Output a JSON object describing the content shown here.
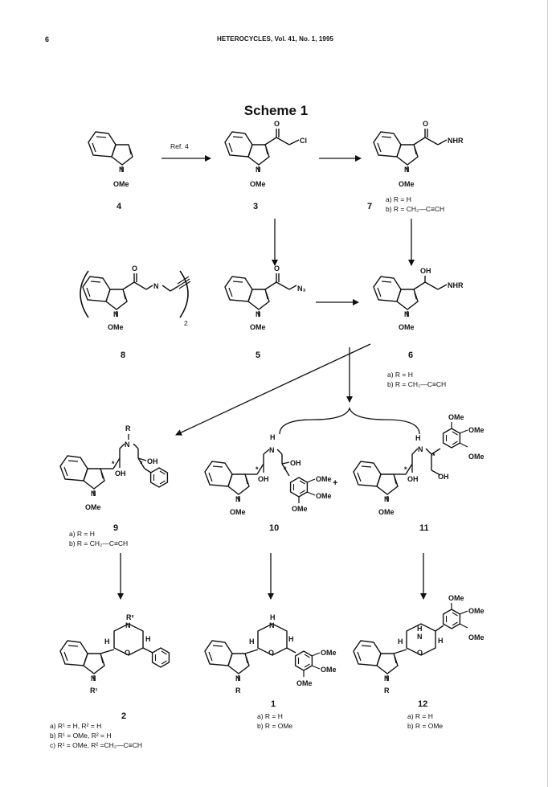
{
  "header": {
    "page_number": "6",
    "running_title": "HETEROCYCLES, Vol. 41, No. 1, 1995"
  },
  "scheme": {
    "title": "Scheme 1",
    "arrow_note": "Ref. 4",
    "compounds": [
      {
        "id": "4",
        "label": "4",
        "substituents": [
          "N",
          "OMe"
        ],
        "variants": []
      },
      {
        "id": "3",
        "label": "3",
        "substituents": [
          "O",
          "Cl",
          "N",
          "OMe"
        ],
        "variants": []
      },
      {
        "id": "7",
        "label": "7",
        "substituents": [
          "O",
          "NHR",
          "N",
          "OMe"
        ],
        "variants": [
          "a) R = H",
          "b) R = CH₂—C≡CH"
        ]
      },
      {
        "id": "8",
        "label": "8",
        "substituents": [
          "O",
          "N",
          "N",
          "OMe",
          "2"
        ],
        "variants": []
      },
      {
        "id": "5",
        "label": "5",
        "substituents": [
          "O",
          "N₃",
          "N",
          "OMe"
        ],
        "variants": []
      },
      {
        "id": "6",
        "label": "6",
        "substituents": [
          "OH",
          "NHR",
          "N",
          "OMe"
        ],
        "variants": [
          "a) R = H",
          "b) R = CH₂—C≡CH"
        ]
      },
      {
        "id": "9",
        "label": "9",
        "substituents": [
          "R",
          "N",
          "OH",
          "OH",
          "*",
          "*",
          "N",
          "OMe"
        ],
        "variants": [
          "a) R = H",
          "b) R = CH₂—C≡CH"
        ]
      },
      {
        "id": "10",
        "label": "10",
        "substituents": [
          "H",
          "N",
          "OH",
          "OH",
          "*",
          "*",
          "N",
          "OMe",
          "OMe",
          "OMe",
          "OMe"
        ],
        "variants": []
      },
      {
        "id": "11",
        "label": "11",
        "substituents": [
          "H",
          "N",
          "OH",
          "OH",
          "*",
          "*",
          "N",
          "OMe",
          "OMe",
          "OMe",
          "OMe"
        ],
        "variants": []
      },
      {
        "id": "2",
        "label": "2",
        "substituents": [
          "R²",
          "N",
          "O",
          "H",
          "H",
          "N",
          "R¹"
        ],
        "variants": [
          "a) R¹ = H, R² = H",
          "b) R¹ = OMe, R² = H",
          "c) R¹ = OMe, R² =CH₂—C≡CH"
        ]
      },
      {
        "id": "1",
        "label": "1",
        "substituents": [
          "H",
          "N",
          "O",
          "H",
          "H",
          "N",
          "R",
          "OMe",
          "OMe",
          "OMe"
        ],
        "variants": [
          "a) R = H",
          "b) R = OMe"
        ]
      },
      {
        "id": "12",
        "label": "12",
        "substituents": [
          "H",
          "N",
          "O",
          "H",
          "H",
          "N",
          "R",
          "OMe",
          "OMe",
          "OMe"
        ],
        "variants": [
          "a) R = H",
          "b) R = OMe"
        ]
      }
    ],
    "plus_sign": "+"
  }
}
